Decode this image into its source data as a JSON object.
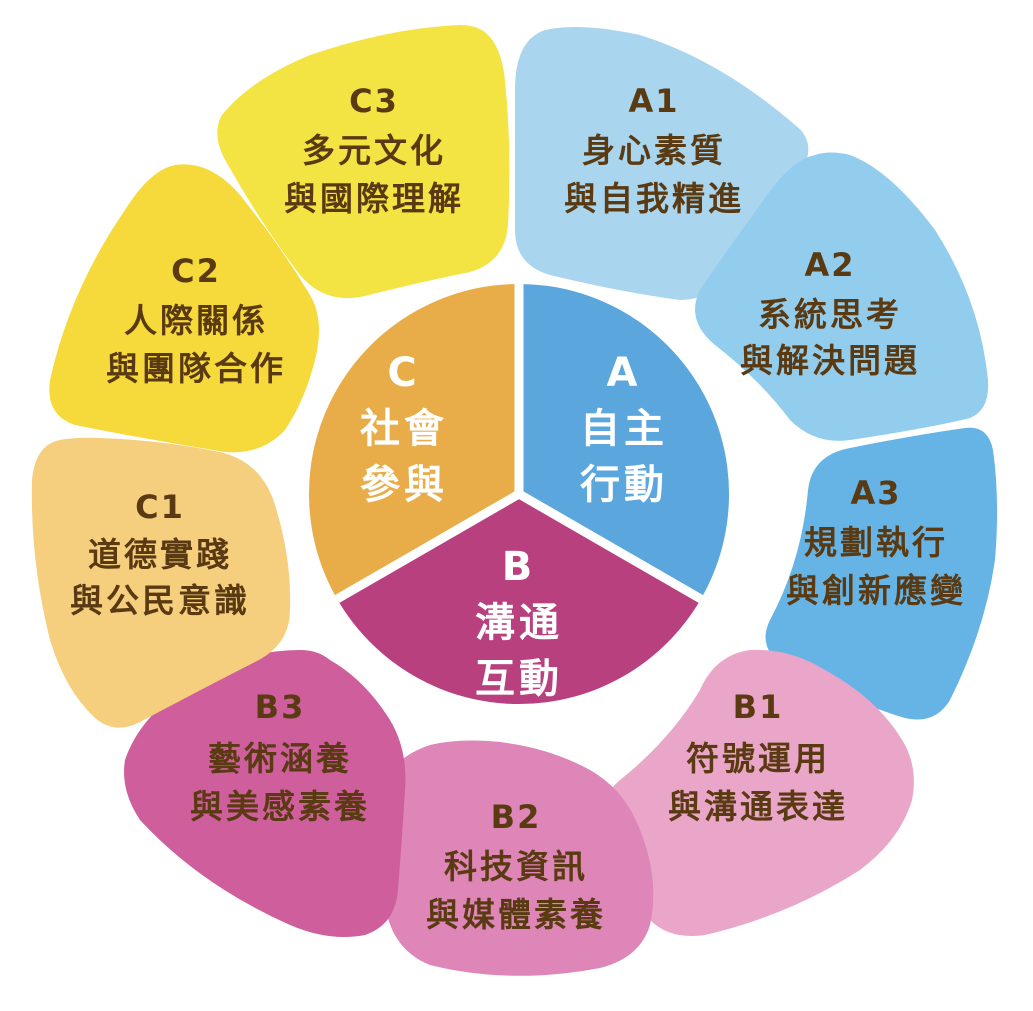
{
  "colors": {
    "A1": "#a9d6ee",
    "A2": "#93cdee",
    "A3": "#66b4e6",
    "B1": "#eaa6c8",
    "B2": "#de86b7",
    "B3": "#cf5e9c",
    "C1": "#f6cf7e",
    "C2": "#f6d93b",
    "C3": "#f3e443",
    "coreA": "#5aa6dd",
    "coreB": "#b9407f",
    "coreC": "#e8ad48",
    "label": "#5a3a12",
    "coreLabel": "#ffffff"
  },
  "core": {
    "A": {
      "code": "A",
      "line1": "自主",
      "line2": "行動"
    },
    "B": {
      "code": "B",
      "line1": "溝通",
      "line2": "互動"
    },
    "C": {
      "code": "C",
      "line1": "社會",
      "line2": "參與"
    }
  },
  "petals": {
    "A1": {
      "code": "A1",
      "line1": "身心素質",
      "line2": "與自我精進"
    },
    "A2": {
      "code": "A2",
      "line1": "系統思考",
      "line2": "與解決問題"
    },
    "A3": {
      "code": "A3",
      "line1": "規劃執行",
      "line2": "與創新應變"
    },
    "B1": {
      "code": "B1",
      "line1": "符號運用",
      "line2": "與溝通表達"
    },
    "B2": {
      "code": "B2",
      "line1": "科技資訊",
      "line2": "與媒體素養"
    },
    "B3": {
      "code": "B3",
      "line1": "藝術涵養",
      "line2": "與美感素養"
    },
    "C1": {
      "code": "C1",
      "line1": "道德實踐",
      "line2": "與公民意識"
    },
    "C2": {
      "code": "C2",
      "line1": "人際關係",
      "line2": "與團隊合作"
    },
    "C3": {
      "code": "C3",
      "line1": "多元文化",
      "line2": "與國際理解"
    }
  }
}
